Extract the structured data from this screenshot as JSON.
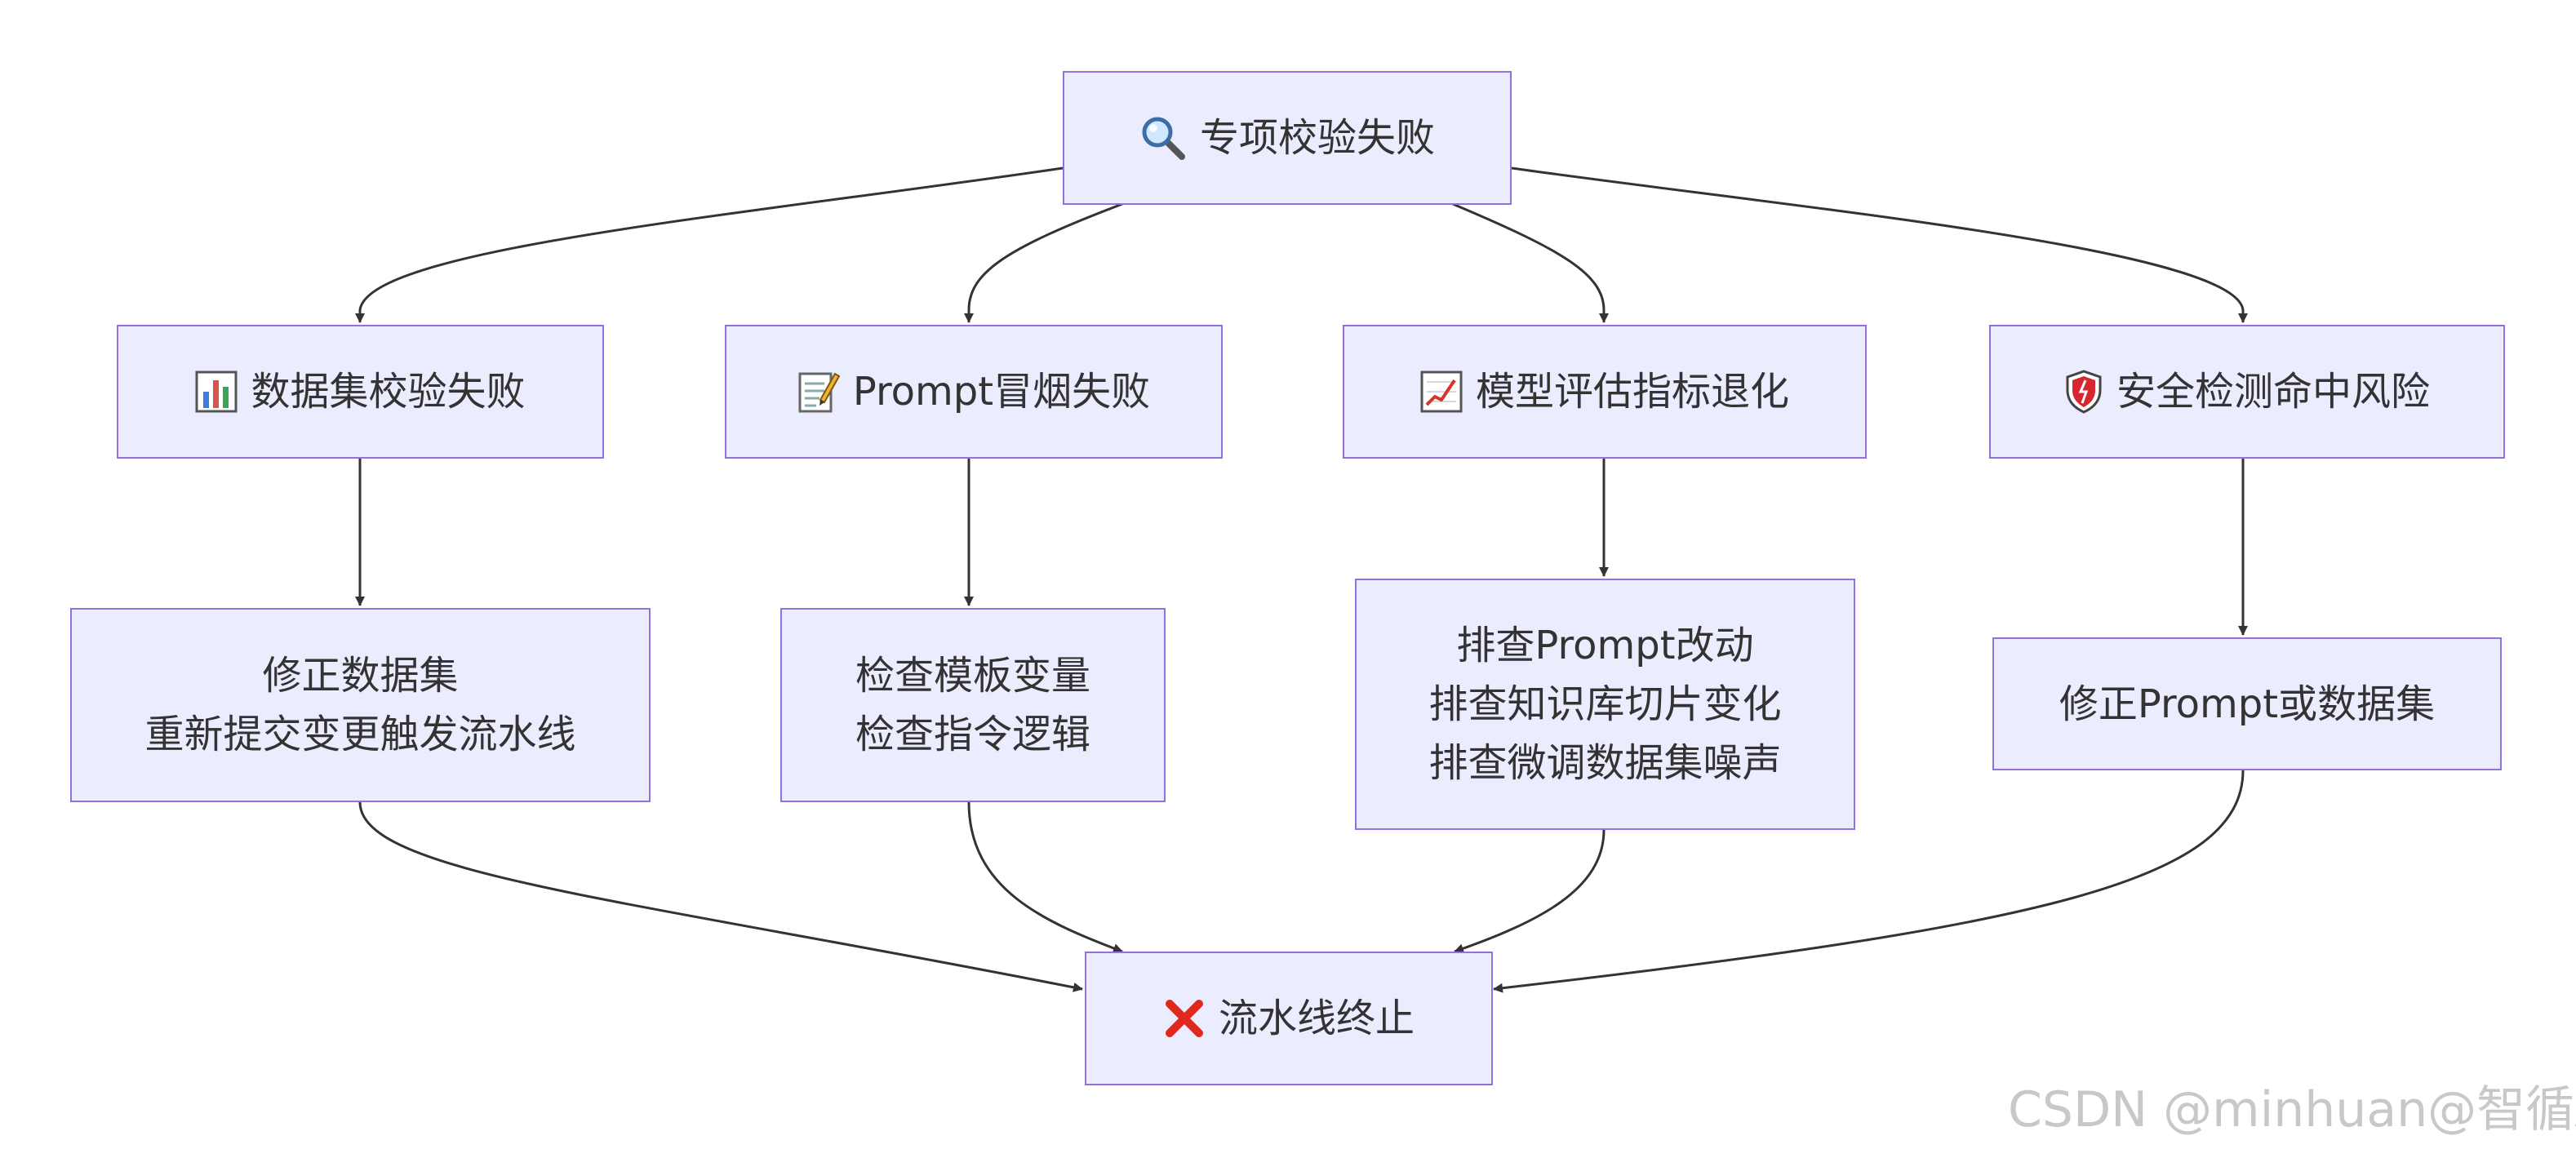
{
  "colors": {
    "node_fill": "#ececff",
    "node_border": "#9370db",
    "edge": "#333333",
    "text": "#333333",
    "watermark": "#c8c8c8"
  },
  "nodes": {
    "root": {
      "label": "专项校验失败",
      "icon": "magnifier-icon"
    },
    "dataset_fail": {
      "label": "数据集校验失败",
      "icon": "bar-chart-icon"
    },
    "prompt_fail": {
      "label": "Prompt冒烟失败",
      "icon": "memo-icon"
    },
    "model_fail": {
      "label": "模型评估指标退化",
      "icon": "trend-up-chart-icon"
    },
    "safety_fail": {
      "label": "安全检测命中风险",
      "icon": "shield-icon"
    },
    "fix_dataset": {
      "lines": [
        "修正数据集",
        "重新提交变更触发流水线"
      ]
    },
    "check_template": {
      "lines": [
        "检查模板变量",
        "检查指令逻辑"
      ]
    },
    "investigate": {
      "lines": [
        "排查Prompt改动",
        "排查知识库切片变化",
        "排查微调数据集噪声"
      ]
    },
    "fix_prompt": {
      "lines": [
        "修正Prompt或数据集"
      ]
    },
    "terminate": {
      "label": "流水线终止",
      "icon": "cross-mark-icon"
    }
  },
  "watermark": "CSDN @minhuan@智循AI"
}
